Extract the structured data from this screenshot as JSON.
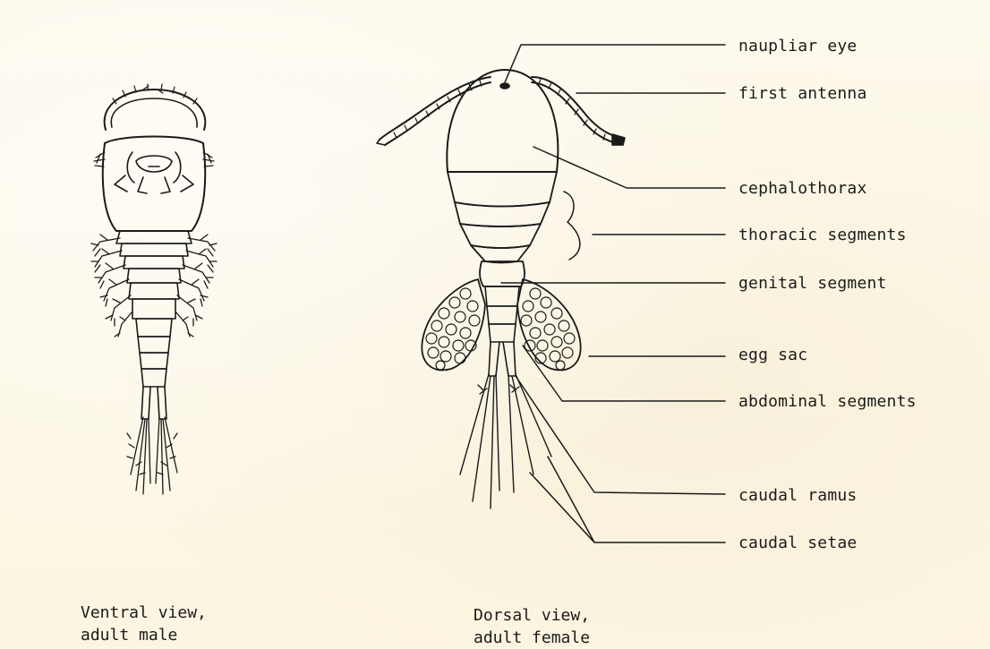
{
  "labels": {
    "naupliar_eye": "naupliar eye",
    "first_antenna": "first antenna",
    "cephalothorax": "cephalothorax",
    "thoracic_segments": "thoracic segments",
    "genital_segment": "genital segment",
    "egg_sac": "egg sac",
    "abdominal_segments": "abdominal segments",
    "caudal_ramus": "caudal ramus",
    "caudal_setae": "caudal setae"
  },
  "captions": {
    "ventral": [
      "Ventral view,",
      "adult male"
    ],
    "dorsal": [
      "Dorsal view,",
      "adult female"
    ]
  }
}
